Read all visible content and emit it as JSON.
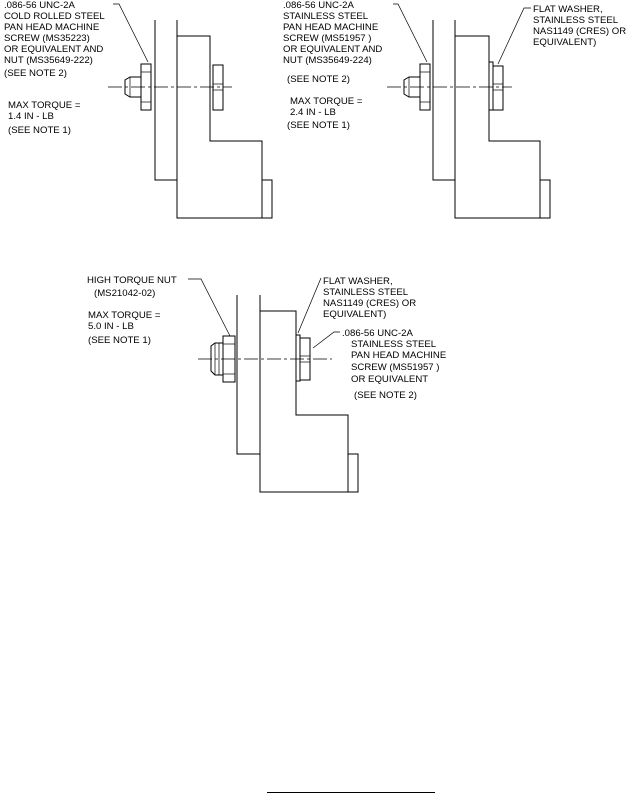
{
  "figures": [
    {
      "id": "a",
      "callout_left": [
        ".086-56 UNC-2A",
        "COLD ROLLED STEEL",
        "PAN HEAD MACHINE",
        "SCREW (MS35223)",
        "OR EQUIVALENT AND",
        "NUT (MS35649-222)",
        "(SEE NOTE 2)"
      ],
      "torque": [
        "MAX TORQUE =",
        "1.4 IN - LB",
        "(SEE NOTE 1)"
      ]
    },
    {
      "id": "b",
      "callout_left": [
        ".086-56 UNC-2A",
        "STAINLESS STEEL",
        "PAN HEAD MACHINE",
        "SCREW (MS51957 )",
        "OR EQUIVALENT AND",
        "NUT (MS35649-224)",
        "(SEE NOTE 2)"
      ],
      "callout_right": [
        "FLAT WASHER,",
        "STAINLESS STEEL",
        "NAS1149  (CRES)  OR",
        "EQUIVALENT)"
      ],
      "torque": [
        "MAX TORQUE =",
        "2.4 IN - LB",
        "(SEE NOTE 1)"
      ]
    },
    {
      "id": "c",
      "callout_nut": [
        "HIGH TORQUE NUT",
        "(MS21042-02)"
      ],
      "callout_washer": [
        "FLAT WASHER,",
        "STAINLESS STEEL",
        "NAS1149  (CRES)  OR",
        "EQUIVALENT)"
      ],
      "callout_screw": [
        ".086-56 UNC-2A",
        "STAINLESS STEEL",
        "PAN HEAD MACHINE",
        "SCREW (MS51957 )",
        "OR EQUIVALENT",
        "(SEE NOTE 2)"
      ],
      "torque": [
        "MAX TORQUE =",
        "5.0 IN - LB",
        "(SEE NOTE 1)"
      ]
    }
  ]
}
